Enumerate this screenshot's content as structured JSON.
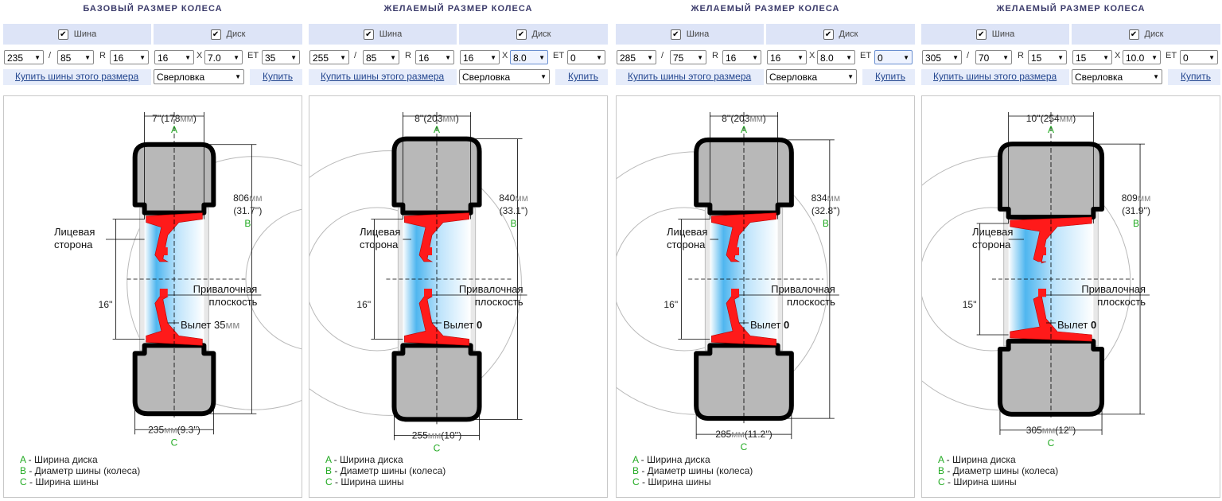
{
  "labels": {
    "tire": "Шина",
    "disk": "Диск",
    "R": "R",
    "X": "X",
    "ET": "ET",
    "slash": "/",
    "buy_tires": "Купить шины этого размера",
    "drilling": "Сверловка",
    "buy": "Купить",
    "face": "Лицевая",
    "side": "сторона",
    "mount1": "Привалочная",
    "mount2": "плоскость",
    "offset": "Вылет",
    "mm": "мм",
    "A": "A",
    "B": "B",
    "C": "C",
    "legend_A": " - Ширина диска",
    "legend_B": " - Диаметр шины (колеса)",
    "legend_C": " - Ширина шины"
  },
  "colors": {
    "accent_green": "#22aa22",
    "link": "#23468f",
    "header_bg": "#dde4f7",
    "rim_red": "#ff1a1a"
  },
  "panels": [
    {
      "title": "БАЗОВЫЙ РАЗМЕР КОЛЕСА",
      "tire_width": "235",
      "profile": "85",
      "radius": "16",
      "rim_diameter": "16",
      "rim_width": "7.0",
      "et": "35",
      "a_in": "7",
      "a_mm": "178",
      "b_mm": "806",
      "b_in": "31.7",
      "c_mm": "235",
      "c_in": "9.3",
      "rim_in": "16",
      "offset_val": "35",
      "offset_mm": true,
      "focus": ""
    },
    {
      "title": "ЖЕЛАЕМЫЙ РАЗМЕР КОЛЕСА",
      "tire_width": "255",
      "profile": "85",
      "radius": "16",
      "rim_diameter": "16",
      "rim_width": "8.0",
      "et": "0",
      "a_in": "8",
      "a_mm": "203",
      "b_mm": "840",
      "b_in": "33.1",
      "c_mm": "255",
      "c_in": "10",
      "rim_in": "16",
      "offset_val": "0",
      "offset_mm": false,
      "focus": "rim_width"
    },
    {
      "title": "ЖЕЛАЕМЫЙ РАЗМЕР КОЛЕСА",
      "tire_width": "285",
      "profile": "75",
      "radius": "16",
      "rim_diameter": "16",
      "rim_width": "8.0",
      "et": "0",
      "a_in": "8",
      "a_mm": "203",
      "b_mm": "834",
      "b_in": "32.8",
      "c_mm": "285",
      "c_in": "11.2",
      "rim_in": "16",
      "offset_val": "0",
      "offset_mm": false,
      "focus": "et"
    },
    {
      "title": "ЖЕЛАЕМЫЙ РАЗМЕР КОЛЕСА",
      "tire_width": "305",
      "profile": "70",
      "radius": "15",
      "rim_diameter": "15",
      "rim_width": "10.0",
      "et": "0",
      "a_in": "10",
      "a_mm": "254",
      "b_mm": "809",
      "b_in": "31.9",
      "c_mm": "305",
      "c_in": "12",
      "rim_in": "15",
      "offset_val": "0",
      "offset_mm": false,
      "focus": ""
    }
  ]
}
